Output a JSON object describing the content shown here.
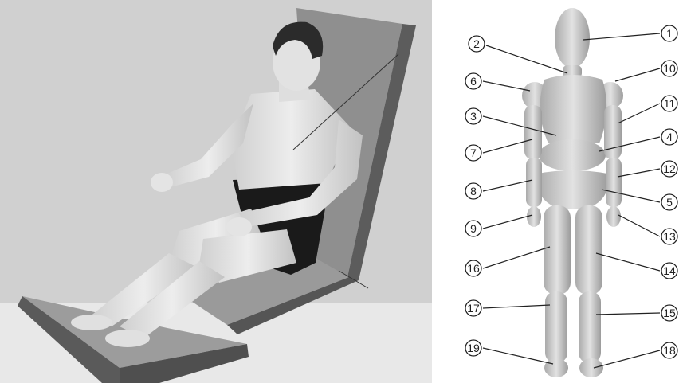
{
  "left_panel": {
    "background": "#d0d0d0",
    "seat_color": "#595959",
    "seat_top_color": "#8a8a8a",
    "skin_color": "#e6e6e6",
    "hair_color": "#2b2b2b",
    "shorts_color": "#1a1a1a"
  },
  "right_panel": {
    "segment_color": "#c9c9c9",
    "labels": [
      {
        "id": "1",
        "text": "1"
      },
      {
        "id": "2",
        "text": "2"
      },
      {
        "id": "3",
        "text": "3"
      },
      {
        "id": "4",
        "text": "4"
      },
      {
        "id": "5",
        "text": "5"
      },
      {
        "id": "6",
        "text": "6"
      },
      {
        "id": "7",
        "text": "7"
      },
      {
        "id": "8",
        "text": "8"
      },
      {
        "id": "9",
        "text": "9"
      },
      {
        "id": "10",
        "text": "10"
      },
      {
        "id": "11",
        "text": "11"
      },
      {
        "id": "12",
        "text": "12"
      },
      {
        "id": "13",
        "text": "13"
      },
      {
        "id": "14",
        "text": "14"
      },
      {
        "id": "15",
        "text": "15"
      },
      {
        "id": "16",
        "text": "16"
      },
      {
        "id": "17",
        "text": "17"
      },
      {
        "id": "18",
        "text": "18"
      },
      {
        "id": "19",
        "text": "19"
      }
    ]
  }
}
